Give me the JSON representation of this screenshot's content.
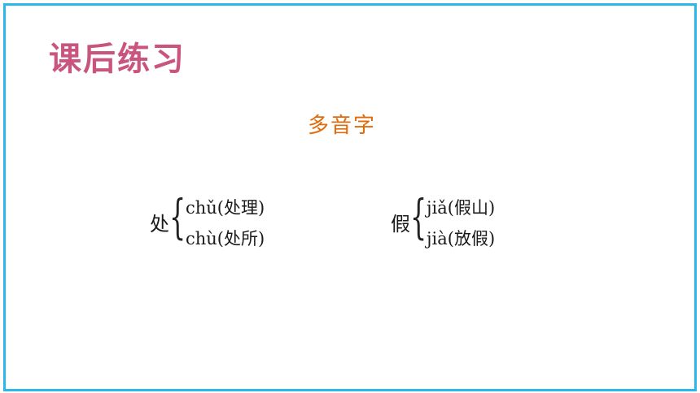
{
  "title": "课后练习",
  "section": "多音字",
  "entries": [
    {
      "char": "处",
      "readings": [
        "chǔ(处理)",
        "chù(处所)"
      ]
    },
    {
      "char": "假",
      "readings": [
        "jiǎ(假山)",
        "jià(放假)"
      ]
    }
  ],
  "colors": {
    "frame": "#2ab7ea",
    "title": "#c9557f",
    "section": "#e06b0c"
  }
}
